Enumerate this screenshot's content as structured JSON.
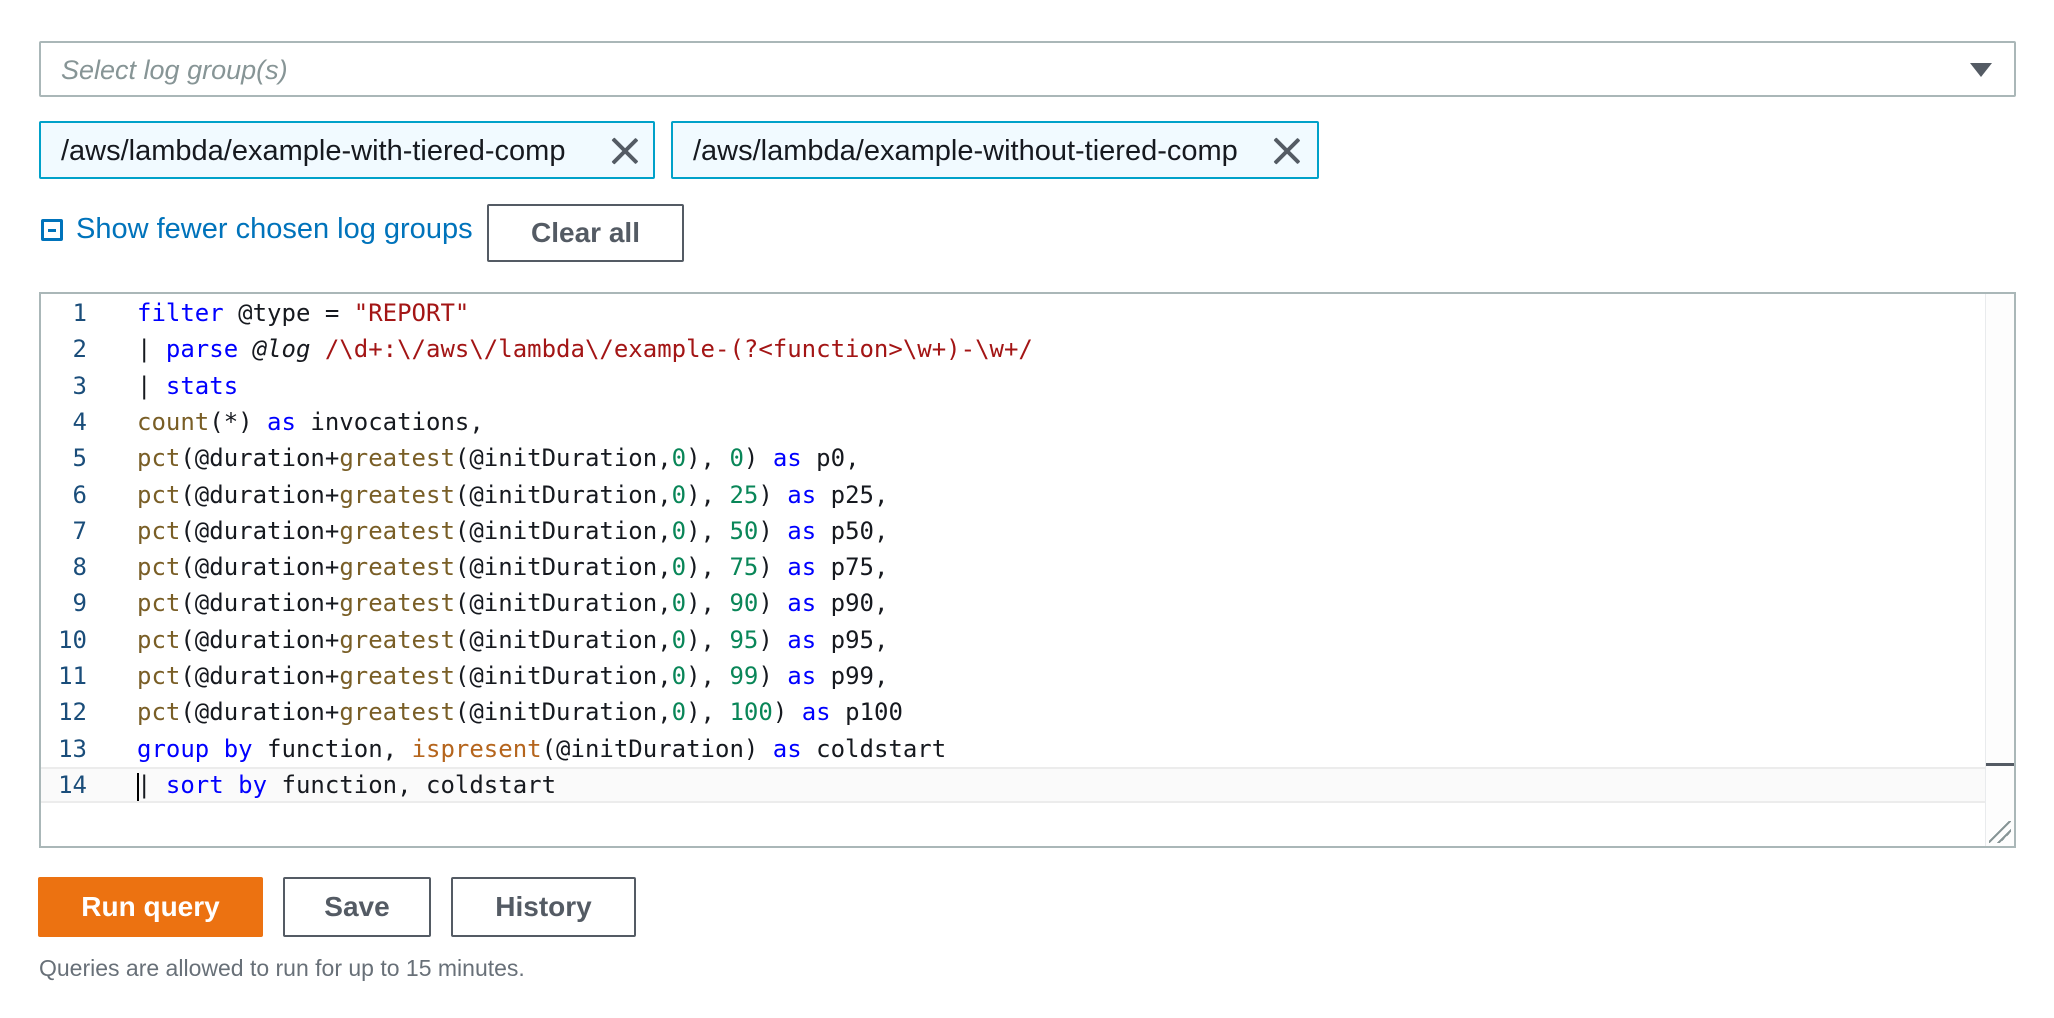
{
  "log_group_select": {
    "placeholder": "Select log group(s)",
    "selected_groups": [
      "/aws/lambda/example-with-tiered-comp",
      "/aws/lambda/example-without-tiered-comp"
    ],
    "show_fewer_label": "Show fewer chosen log groups",
    "clear_all_label": "Clear all"
  },
  "editor": {
    "lines": [
      {
        "n": "1",
        "tokens": [
          [
            "kw",
            "filter"
          ],
          [
            "plain",
            " @type = "
          ],
          [
            "str",
            "\"REPORT\""
          ]
        ]
      },
      {
        "n": "2",
        "tokens": [
          [
            "plain",
            "| "
          ],
          [
            "kw",
            "parse"
          ],
          [
            "plain",
            " "
          ],
          [
            "var",
            "@log"
          ],
          [
            "plain",
            " "
          ],
          [
            "str",
            "/\\d+:\\/aws\\/lambda\\/example-(?<function>\\w+)-\\w+/"
          ]
        ]
      },
      {
        "n": "3",
        "tokens": [
          [
            "plain",
            "| "
          ],
          [
            "kw",
            "stats"
          ]
        ]
      },
      {
        "n": "4",
        "tokens": [
          [
            "fn",
            "count"
          ],
          [
            "plain",
            "(*) "
          ],
          [
            "kw",
            "as"
          ],
          [
            "plain",
            " invocations,"
          ]
        ]
      },
      {
        "n": "5",
        "tokens": [
          [
            "fn",
            "pct"
          ],
          [
            "plain",
            "(@duration+"
          ],
          [
            "fn",
            "greatest"
          ],
          [
            "plain",
            "(@initDuration,"
          ],
          [
            "num",
            "0"
          ],
          [
            "plain",
            "), "
          ],
          [
            "num",
            "0"
          ],
          [
            "plain",
            ") "
          ],
          [
            "kw",
            "as"
          ],
          [
            "plain",
            " p0,"
          ]
        ]
      },
      {
        "n": "6",
        "tokens": [
          [
            "fn",
            "pct"
          ],
          [
            "plain",
            "(@duration+"
          ],
          [
            "fn",
            "greatest"
          ],
          [
            "plain",
            "(@initDuration,"
          ],
          [
            "num",
            "0"
          ],
          [
            "plain",
            "), "
          ],
          [
            "num",
            "25"
          ],
          [
            "plain",
            ") "
          ],
          [
            "kw",
            "as"
          ],
          [
            "plain",
            " p25,"
          ]
        ]
      },
      {
        "n": "7",
        "tokens": [
          [
            "fn",
            "pct"
          ],
          [
            "plain",
            "(@duration+"
          ],
          [
            "fn",
            "greatest"
          ],
          [
            "plain",
            "(@initDuration,"
          ],
          [
            "num",
            "0"
          ],
          [
            "plain",
            "), "
          ],
          [
            "num",
            "50"
          ],
          [
            "plain",
            ") "
          ],
          [
            "kw",
            "as"
          ],
          [
            "plain",
            " p50,"
          ]
        ]
      },
      {
        "n": "8",
        "tokens": [
          [
            "fn",
            "pct"
          ],
          [
            "plain",
            "(@duration+"
          ],
          [
            "fn",
            "greatest"
          ],
          [
            "plain",
            "(@initDuration,"
          ],
          [
            "num",
            "0"
          ],
          [
            "plain",
            "), "
          ],
          [
            "num",
            "75"
          ],
          [
            "plain",
            ") "
          ],
          [
            "kw",
            "as"
          ],
          [
            "plain",
            " p75,"
          ]
        ]
      },
      {
        "n": "9",
        "tokens": [
          [
            "fn",
            "pct"
          ],
          [
            "plain",
            "(@duration+"
          ],
          [
            "fn",
            "greatest"
          ],
          [
            "plain",
            "(@initDuration,"
          ],
          [
            "num",
            "0"
          ],
          [
            "plain",
            "), "
          ],
          [
            "num",
            "90"
          ],
          [
            "plain",
            ") "
          ],
          [
            "kw",
            "as"
          ],
          [
            "plain",
            " p90,"
          ]
        ]
      },
      {
        "n": "10",
        "tokens": [
          [
            "fn",
            "pct"
          ],
          [
            "plain",
            "(@duration+"
          ],
          [
            "fn",
            "greatest"
          ],
          [
            "plain",
            "(@initDuration,"
          ],
          [
            "num",
            "0"
          ],
          [
            "plain",
            "), "
          ],
          [
            "num",
            "95"
          ],
          [
            "plain",
            ") "
          ],
          [
            "kw",
            "as"
          ],
          [
            "plain",
            " p95,"
          ]
        ]
      },
      {
        "n": "11",
        "tokens": [
          [
            "fn",
            "pct"
          ],
          [
            "plain",
            "(@duration+"
          ],
          [
            "fn",
            "greatest"
          ],
          [
            "plain",
            "(@initDuration,"
          ],
          [
            "num",
            "0"
          ],
          [
            "plain",
            "), "
          ],
          [
            "num",
            "99"
          ],
          [
            "plain",
            ") "
          ],
          [
            "kw",
            "as"
          ],
          [
            "plain",
            " p99,"
          ]
        ]
      },
      {
        "n": "12",
        "tokens": [
          [
            "fn",
            "pct"
          ],
          [
            "plain",
            "(@duration+"
          ],
          [
            "fn",
            "greatest"
          ],
          [
            "plain",
            "(@initDuration,"
          ],
          [
            "num",
            "0"
          ],
          [
            "plain",
            "), "
          ],
          [
            "num",
            "100"
          ],
          [
            "plain",
            ") "
          ],
          [
            "kw",
            "as"
          ],
          [
            "plain",
            " p100"
          ]
        ]
      },
      {
        "n": "13",
        "tokens": [
          [
            "kw",
            "group"
          ],
          [
            "plain",
            " "
          ],
          [
            "kw",
            "by"
          ],
          [
            "plain",
            " function, "
          ],
          [
            "fn2",
            "ispresent"
          ],
          [
            "plain",
            "(@initDuration) "
          ],
          [
            "kw",
            "as"
          ],
          [
            "plain",
            " coldstart"
          ]
        ]
      },
      {
        "n": "14",
        "tokens": [
          [
            "plain",
            "| "
          ],
          [
            "kw",
            "sort"
          ],
          [
            "plain",
            " "
          ],
          [
            "kw",
            "by"
          ],
          [
            "plain",
            " function, coldstart"
          ]
        ]
      }
    ]
  },
  "actions": {
    "run_query_label": "Run query",
    "save_label": "Save",
    "history_label": "History"
  },
  "footnote": "Queries are allowed to run for up to 15 minutes.",
  "colors": {
    "primary": "#ec7211",
    "link": "#0073bb",
    "token_border": "#00a1c9",
    "token_bg": "#f1faff"
  }
}
